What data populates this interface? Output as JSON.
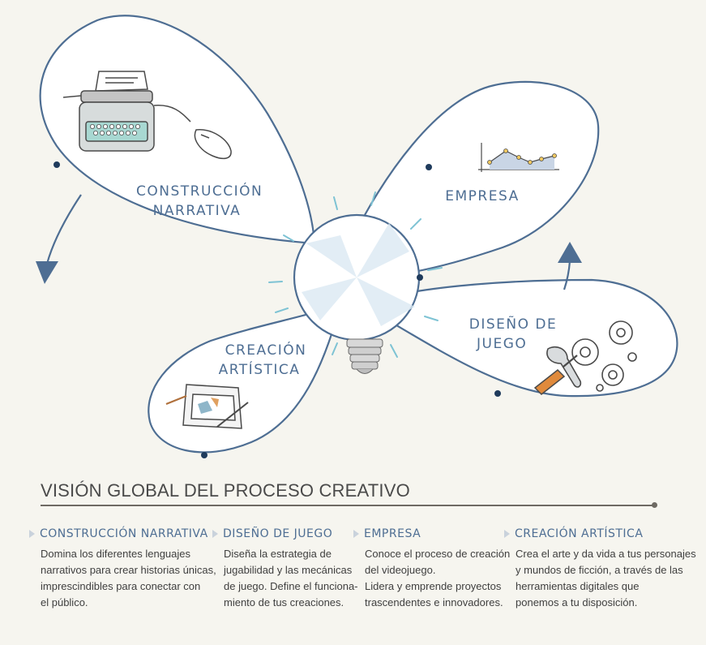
{
  "diagram": {
    "petals": {
      "narrativa": {
        "line1": "CONSTRUCCIÓN",
        "line2": "NARRATIVA"
      },
      "empresa": {
        "line1": "EMPRESA"
      },
      "diseno": {
        "line1": "DISEÑO DE",
        "line2": "JUEGO"
      },
      "arte": {
        "line1": "CREACIÓN",
        "line2": "ARTÍSTICA"
      }
    },
    "icons": [
      "typewriter-icon",
      "computer-mouse-icon",
      "line-chart-icon",
      "gears-icon",
      "wrench-icon",
      "screwdriver-icon",
      "drawing-tablet-icon",
      "lightbulb-icon"
    ],
    "colors": {
      "outline": "#4e6e93",
      "petal_fill": "#ffffff",
      "text": "#4e6e93",
      "background": "#f6f5ef"
    }
  },
  "section": {
    "heading": "VISIÓN GLOBAL DEL PROCESO CREATIVO"
  },
  "columns": [
    {
      "title": "CONSTRUCCIÓN NARRATIVA",
      "lines": [
        "Domina los diferentes lenguajes",
        "narrativos para crear historias únicas,",
        "imprescindibles para conectar con",
        "el público."
      ]
    },
    {
      "title": "DISEÑO DE JUEGO",
      "lines": [
        "Diseña la estrategia de",
        "jugabilidad y las mecánicas",
        "de juego. Define el funciona-",
        "miento de tus creaciones."
      ]
    },
    {
      "title": "EMPRESA",
      "lines": [
        "Conoce el proceso de creación",
        "del videojuego.",
        "Lidera y emprende proyectos",
        "trascendentes e innovadores."
      ]
    },
    {
      "title": "CREACIÓN ARTÍSTICA",
      "lines": [
        "Crea el arte y da vida a tus personajes",
        "y mundos de ficción, a través de las",
        "herramientas digitales que",
        "ponemos a tu disposición."
      ]
    }
  ]
}
